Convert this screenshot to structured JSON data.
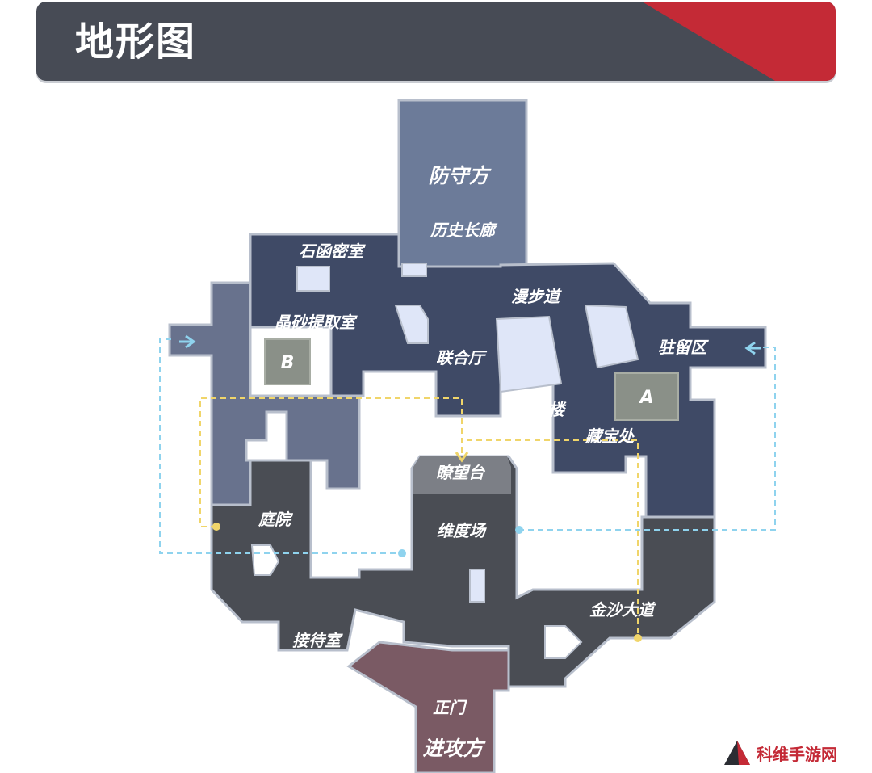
{
  "header": {
    "title": "地形图"
  },
  "map": {
    "labels": {
      "defender": "防守方",
      "attacker": "进攻方",
      "history_corridor": "历史长廊",
      "stone_crypt": "石函密室",
      "crystal_room": "晶砂提取室",
      "site_b": "B",
      "promenade": "漫步道",
      "hall": "联合厅",
      "garrison": "驻留区",
      "site_a": "A",
      "second_floor": "二楼",
      "treasury": "藏宝处",
      "lookout": "瞭望台",
      "arena": "维度场",
      "courtyard": "庭院",
      "gold_road": "金沙大道",
      "reception": "接待室",
      "main_gate": "正门"
    },
    "colors": {
      "defender_zone": "#6c7b99",
      "upper_zone": "#3f4a66",
      "mid_zone": "#68728d",
      "lower_zone": "#4a4d54",
      "attacker_zone": "#7a5a64",
      "site_box": "#8a9088",
      "void": "#dfe6f8",
      "outline": "#b8bfcc",
      "teleport_line": "#8fd3ee",
      "rope_line": "#f0d56a"
    }
  },
  "watermark": {
    "text": "科维手游网"
  }
}
